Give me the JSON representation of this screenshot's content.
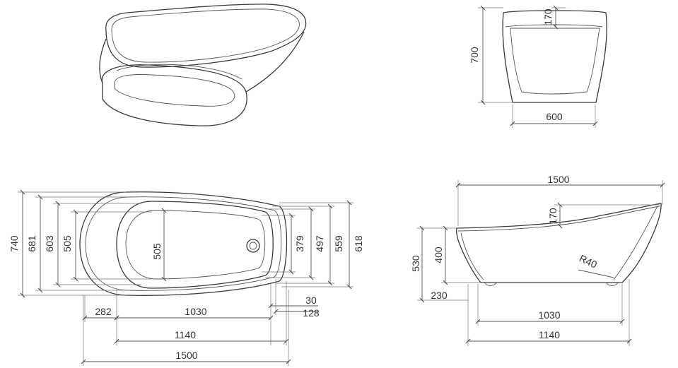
{
  "line_color": "#3a3a3a",
  "end_view": {
    "height": "700",
    "rim_depth": "170",
    "width": "600"
  },
  "plan_view": {
    "left_dims": [
      "740",
      "681",
      "603",
      "505"
    ],
    "inner_width": "505",
    "right_dims": [
      "379",
      "497",
      "559",
      "618"
    ],
    "offset_a": "30",
    "offset_b": "128",
    "len_282": "282",
    "len_1030": "1030",
    "len_1140": "1140",
    "len_1500": "1500"
  },
  "side_view": {
    "overall_length": "1500",
    "rise": "170",
    "height_total": "530",
    "height_rim": "400",
    "base_offset": "230",
    "radius": "R40",
    "len_1030": "1030",
    "len_1140": "1140"
  }
}
